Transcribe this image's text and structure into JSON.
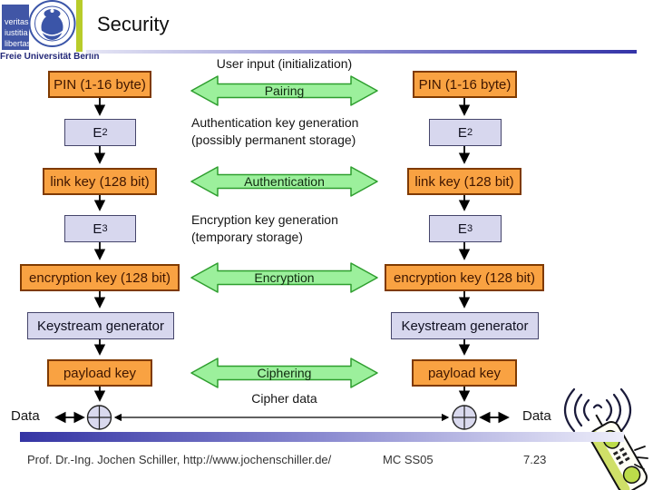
{
  "header": {
    "title": "Security",
    "logo": {
      "motto_line1": "veritas",
      "motto_line2": "iustitia",
      "motto_line3": "libertas",
      "university": "Freie Universität Berlin"
    }
  },
  "diagram": {
    "top_label": "User input (initialization)",
    "arrows": {
      "pairing": "Pairing",
      "authentication": "Authentication",
      "encryption": "Encryption",
      "ciphering": "Ciphering"
    },
    "notes": {
      "auth_line1": "Authentication key generation",
      "auth_line2": "(possibly permanent storage)",
      "enc_line1": "Encryption key generation",
      "enc_line2": "(temporary storage)"
    },
    "cipher_data": "Cipher data",
    "left": {
      "pin": "PIN (1-16 byte)",
      "e2_base": "E",
      "e2_sub": "2",
      "link_key": "link key (128 bit)",
      "e3_base": "E",
      "e3_sub": "3",
      "encryption_key": "encryption key (128 bit)",
      "keystream": "Keystream generator",
      "payload_key": "payload key",
      "data": "Data"
    },
    "right": {
      "pin": "PIN (1-16 byte)",
      "e2_base": "E",
      "e2_sub": "2",
      "link_key": "link key (128 bit)",
      "e3_base": "E",
      "e3_sub": "3",
      "encryption_key": "encryption key (128 bit)",
      "keystream": "Keystream generator",
      "payload_key": "payload key",
      "data": "Data"
    }
  },
  "footer": {
    "author": "Prof. Dr.-Ing. Jochen Schiller, http://www.jochenschiller.de/",
    "course": "MC SS05",
    "page": "7.23"
  },
  "colors": {
    "box_orange": "#F9A242",
    "box_orange_border": "#7F3A00",
    "box_lavender": "#D7D7EE",
    "box_lavender_border": "#45456B",
    "arrow_green": "#9CF09C",
    "arrow_green_border": "#2E9E2E",
    "accent_navy": "#3434A8",
    "logo_blue": "#4156A6",
    "logo_green": "#B8CC2A"
  }
}
